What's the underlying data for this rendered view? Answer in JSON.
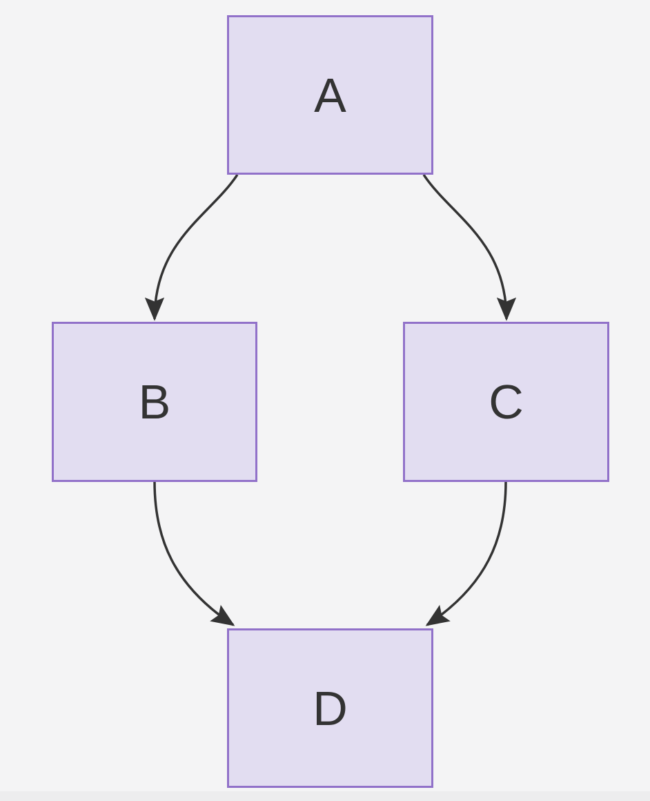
{
  "diagram": {
    "type": "flowchart",
    "direction": "top-down",
    "nodes": [
      {
        "id": "A",
        "label": "A"
      },
      {
        "id": "B",
        "label": "B"
      },
      {
        "id": "C",
        "label": "C"
      },
      {
        "id": "D",
        "label": "D"
      }
    ],
    "edges": [
      {
        "from": "A",
        "to": "B"
      },
      {
        "from": "A",
        "to": "C"
      },
      {
        "from": "B",
        "to": "D"
      },
      {
        "from": "C",
        "to": "D"
      }
    ],
    "colors": {
      "background": "#f4f4f5",
      "node_fill": "#e2ddf1",
      "node_border": "#9171c9",
      "edge": "#333333",
      "text": "#333333"
    }
  }
}
